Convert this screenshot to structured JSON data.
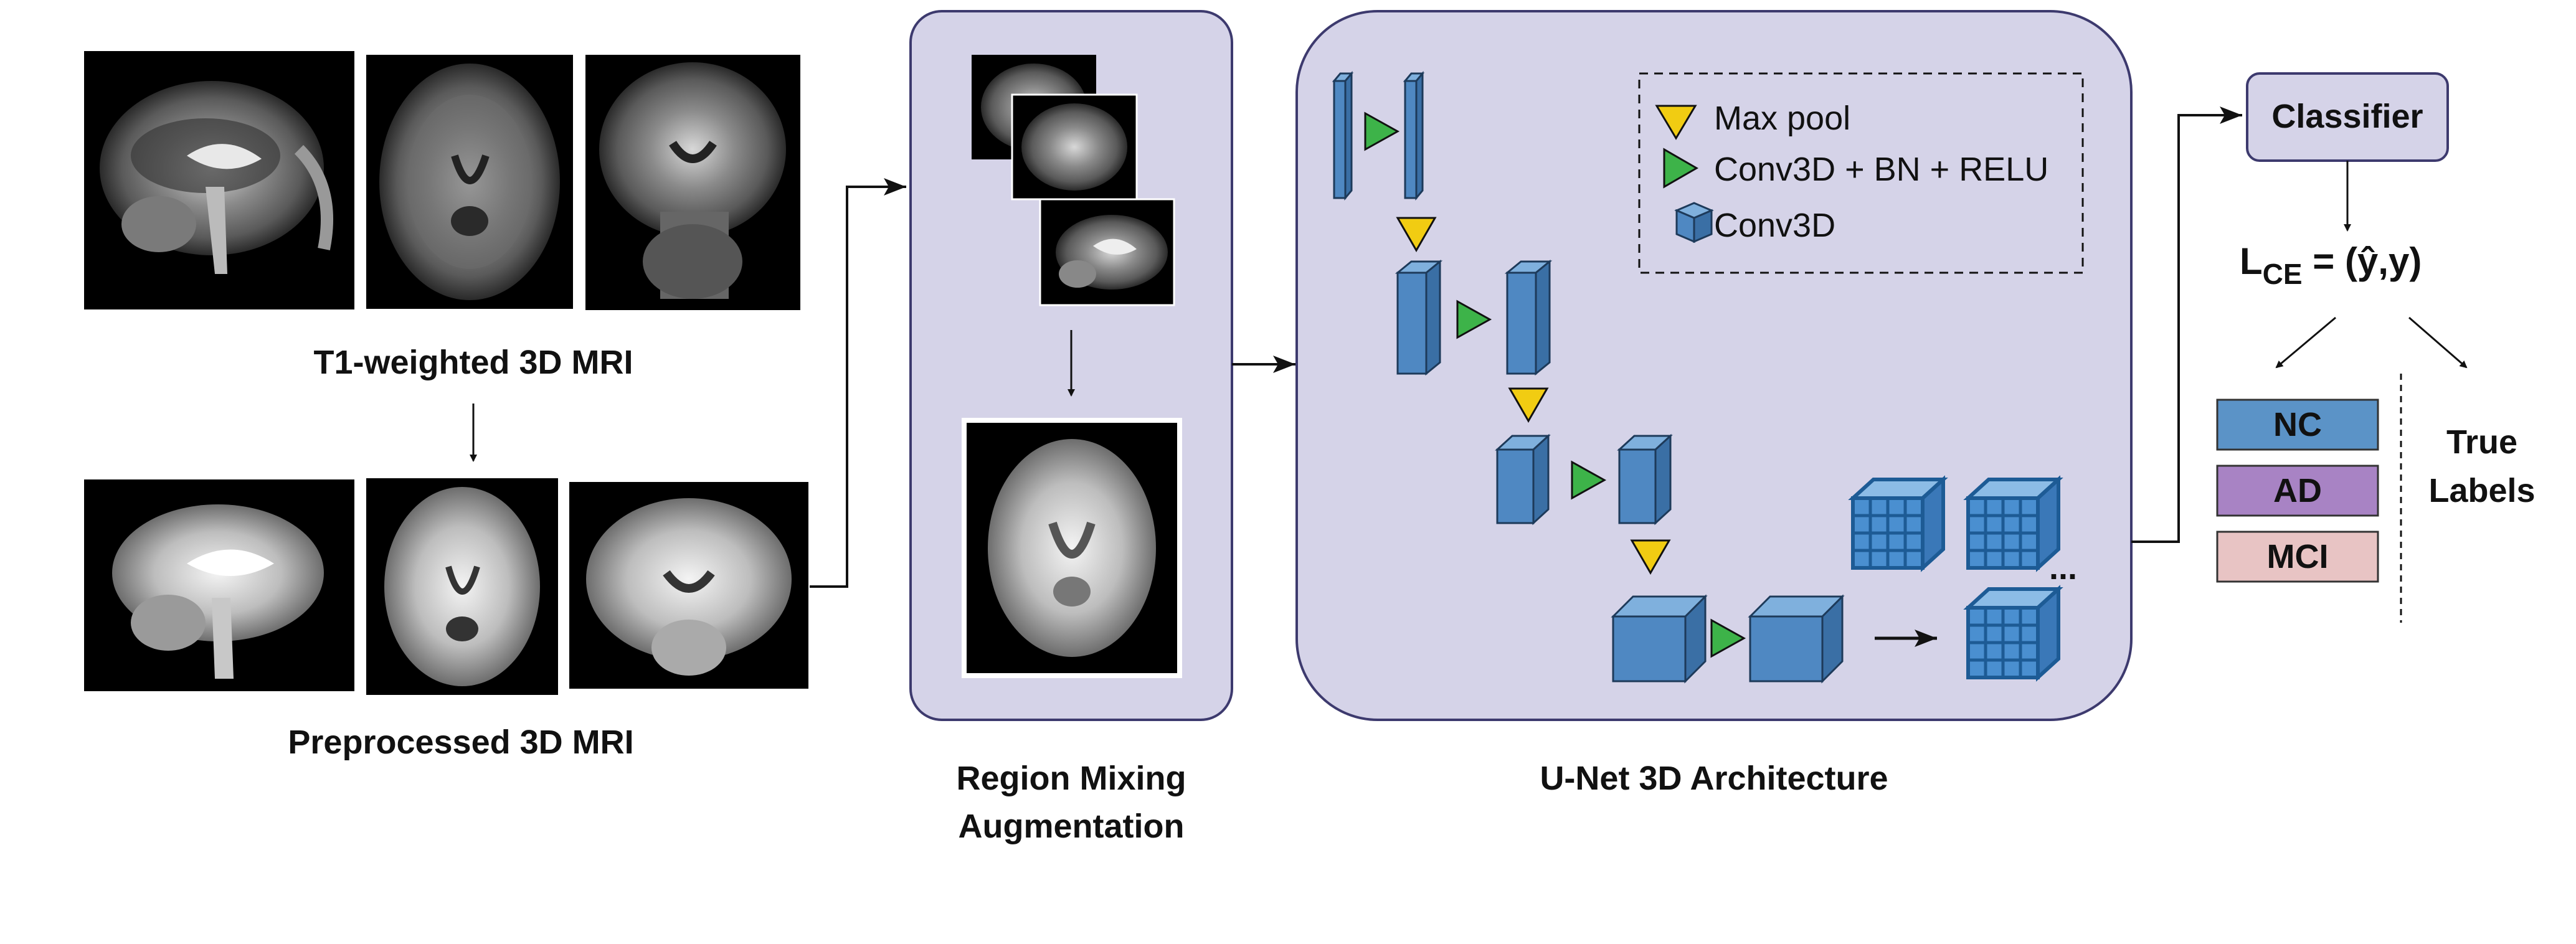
{
  "labels": {
    "t1_mri": "T1-weighted 3D MRI",
    "preprocessed_mri": "Preprocessed 3D MRI",
    "region_mixing_line1": "Region Mixing",
    "region_mixing_line2": "Augmentation",
    "unet": "U-Net 3D Architecture",
    "classifier": "Classifier",
    "loss_L": "L",
    "loss_sub": "CE",
    "loss_rest": " = (ŷ,y)",
    "ellipsis": "...",
    "true_labels_line1": "True",
    "true_labels_line2": "Labels"
  },
  "legend": {
    "max_pool": "Max pool",
    "conv_bn_relu": "Conv3D + BN + RELU",
    "conv3d": "Conv3D"
  },
  "classes": [
    {
      "label": "NC",
      "color": "#5b93c7"
    },
    {
      "label": "AD",
      "color": "#a883c4"
    },
    {
      "label": "MCI",
      "color": "#e8c4c4"
    }
  ],
  "colors": {
    "panel_fill": "#d5d3e8",
    "panel_stroke": "#3d3a6e",
    "block_blue": "#4f88c2",
    "block_dark": "#1d3a5a",
    "pool_yellow": "#f1cc12",
    "conv_green": "#3db349"
  }
}
